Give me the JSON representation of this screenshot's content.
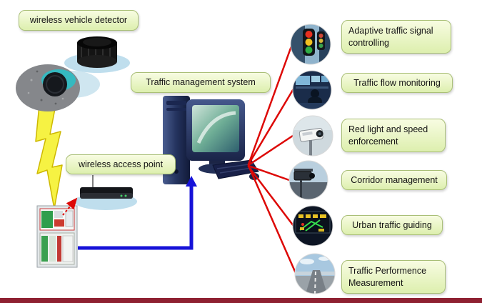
{
  "labels": {
    "vehicle_detector": "wireless vehicle detector",
    "access_point": "wireless access point",
    "management_system": "Traffic management system"
  },
  "right_items": [
    {
      "label": "Adaptive traffic signal controlling",
      "icon": "traffic-light-photo"
    },
    {
      "label": "Traffic flow monitoring",
      "icon": "control-room-photo"
    },
    {
      "label": "Red light and speed enforcement",
      "icon": "speed-camera-photo"
    },
    {
      "label": "Corridor management",
      "icon": "corridor-camera-photo"
    },
    {
      "label": "Urban traffic guiding",
      "icon": "guidance-sign-photo"
    },
    {
      "label": "Traffic Performence Measurement",
      "icon": "highway-photo"
    }
  ],
  "devices": [
    "vehicle-detector-cylinder",
    "road-embedded-loop",
    "roadside-cabinet",
    "wireless-router",
    "desktop-computer"
  ],
  "colors": {
    "label-bg-top": "#f8fce2",
    "label-bg-bottom": "#ddefae",
    "label-border": "#a9bf77",
    "connector-red": "#dd0806",
    "arrow-blue": "#1612d8",
    "bolt-yellow": "#f6f243",
    "bolt-outline": "#cdb800",
    "shadow-blue": "#bfdeed",
    "bottom-bar": "#8e2031"
  }
}
